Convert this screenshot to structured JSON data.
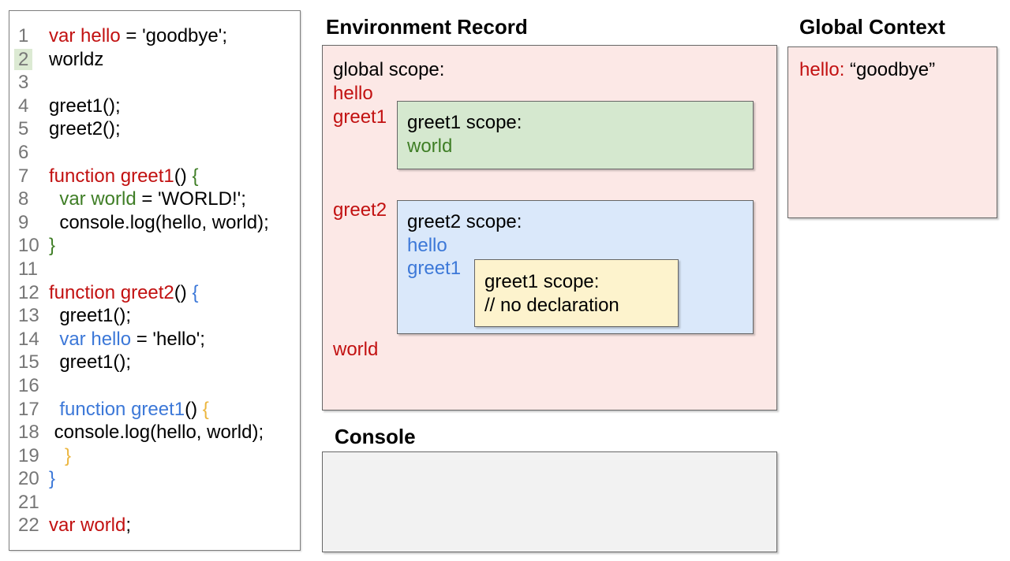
{
  "colors": {
    "red": "#c21111",
    "blue": "#3c78d8",
    "green": "#3f7e26",
    "gold": "#ecb63f",
    "line_number": "#767676",
    "highlight_green": "#dcead3",
    "pink_fill": "#fce8e6",
    "green_fill": "#d5e8cf",
    "blue_fill": "#dae8fa",
    "yellow_fill": "#fdf3cd",
    "console_fill": "#f2f2f2",
    "box_border": "#666666"
  },
  "code": {
    "lines": [
      {
        "n": "1",
        "hl": false,
        "segs": [
          [
            "r",
            "var hello"
          ],
          [
            "k",
            " = 'goodbye';"
          ]
        ]
      },
      {
        "n": "2",
        "hl": true,
        "segs": [
          [
            "k",
            "worldz"
          ]
        ]
      },
      {
        "n": "3",
        "hl": false,
        "segs": []
      },
      {
        "n": "4",
        "hl": false,
        "segs": [
          [
            "k",
            "greet1();"
          ]
        ]
      },
      {
        "n": "5",
        "hl": false,
        "segs": [
          [
            "k",
            "greet2();"
          ]
        ]
      },
      {
        "n": "6",
        "hl": false,
        "segs": []
      },
      {
        "n": "7",
        "hl": false,
        "segs": [
          [
            "r",
            "function greet1"
          ],
          [
            "k",
            "() "
          ],
          [
            "g",
            "{"
          ]
        ]
      },
      {
        "n": "8",
        "hl": false,
        "segs": [
          [
            "g",
            "  var world"
          ],
          [
            "k",
            " = 'WORLD!';"
          ]
        ]
      },
      {
        "n": "9",
        "hl": false,
        "segs": [
          [
            "k",
            "  console.log(hello, world);"
          ]
        ]
      },
      {
        "n": "10",
        "hl": false,
        "segs": [
          [
            "g",
            "}"
          ]
        ]
      },
      {
        "n": "11",
        "hl": false,
        "segs": []
      },
      {
        "n": "12",
        "hl": false,
        "segs": [
          [
            "r",
            "function greet2"
          ],
          [
            "k",
            "() "
          ],
          [
            "b",
            "{"
          ]
        ]
      },
      {
        "n": "13",
        "hl": false,
        "segs": [
          [
            "k",
            "  greet1();"
          ]
        ]
      },
      {
        "n": "14",
        "hl": false,
        "segs": [
          [
            "b",
            "  var hello"
          ],
          [
            "k",
            " = 'hello';"
          ]
        ]
      },
      {
        "n": "15",
        "hl": false,
        "segs": [
          [
            "k",
            "  greet1();"
          ]
        ]
      },
      {
        "n": "16",
        "hl": false,
        "segs": []
      },
      {
        "n": "17",
        "hl": false,
        "segs": [
          [
            "b",
            "  function greet1"
          ],
          [
            "k",
            "() "
          ],
          [
            "y",
            "{"
          ]
        ]
      },
      {
        "n": "18",
        "hl": false,
        "segs": [
          [
            "k",
            " console.log(hello, world);"
          ]
        ]
      },
      {
        "n": "19",
        "hl": false,
        "segs": [
          [
            "y",
            "   }"
          ]
        ]
      },
      {
        "n": "20",
        "hl": false,
        "segs": [
          [
            "b",
            "}"
          ]
        ]
      },
      {
        "n": "21",
        "hl": false,
        "segs": []
      },
      {
        "n": "22",
        "hl": false,
        "segs": [
          [
            "r",
            "var world"
          ],
          [
            "k",
            ";"
          ]
        ]
      }
    ]
  },
  "environment_record": {
    "title": "Environment Record",
    "labels": {
      "global": "global scope:",
      "hello": "hello",
      "greet1": "greet1",
      "greet2": "greet2",
      "world": "world"
    },
    "greet1_scope": {
      "title": "greet1 scope:",
      "var_world": "world"
    },
    "greet2_scope": {
      "title": "greet2 scope:",
      "var_hello": "hello",
      "var_greet1": "greet1",
      "inner_scope": {
        "title": "greet1 scope:",
        "comment": "// no declaration"
      }
    }
  },
  "global_context": {
    "title": "Global Context",
    "entry_key": "hello:",
    "entry_value": " “goodbye”"
  },
  "console": {
    "title": "Console"
  }
}
